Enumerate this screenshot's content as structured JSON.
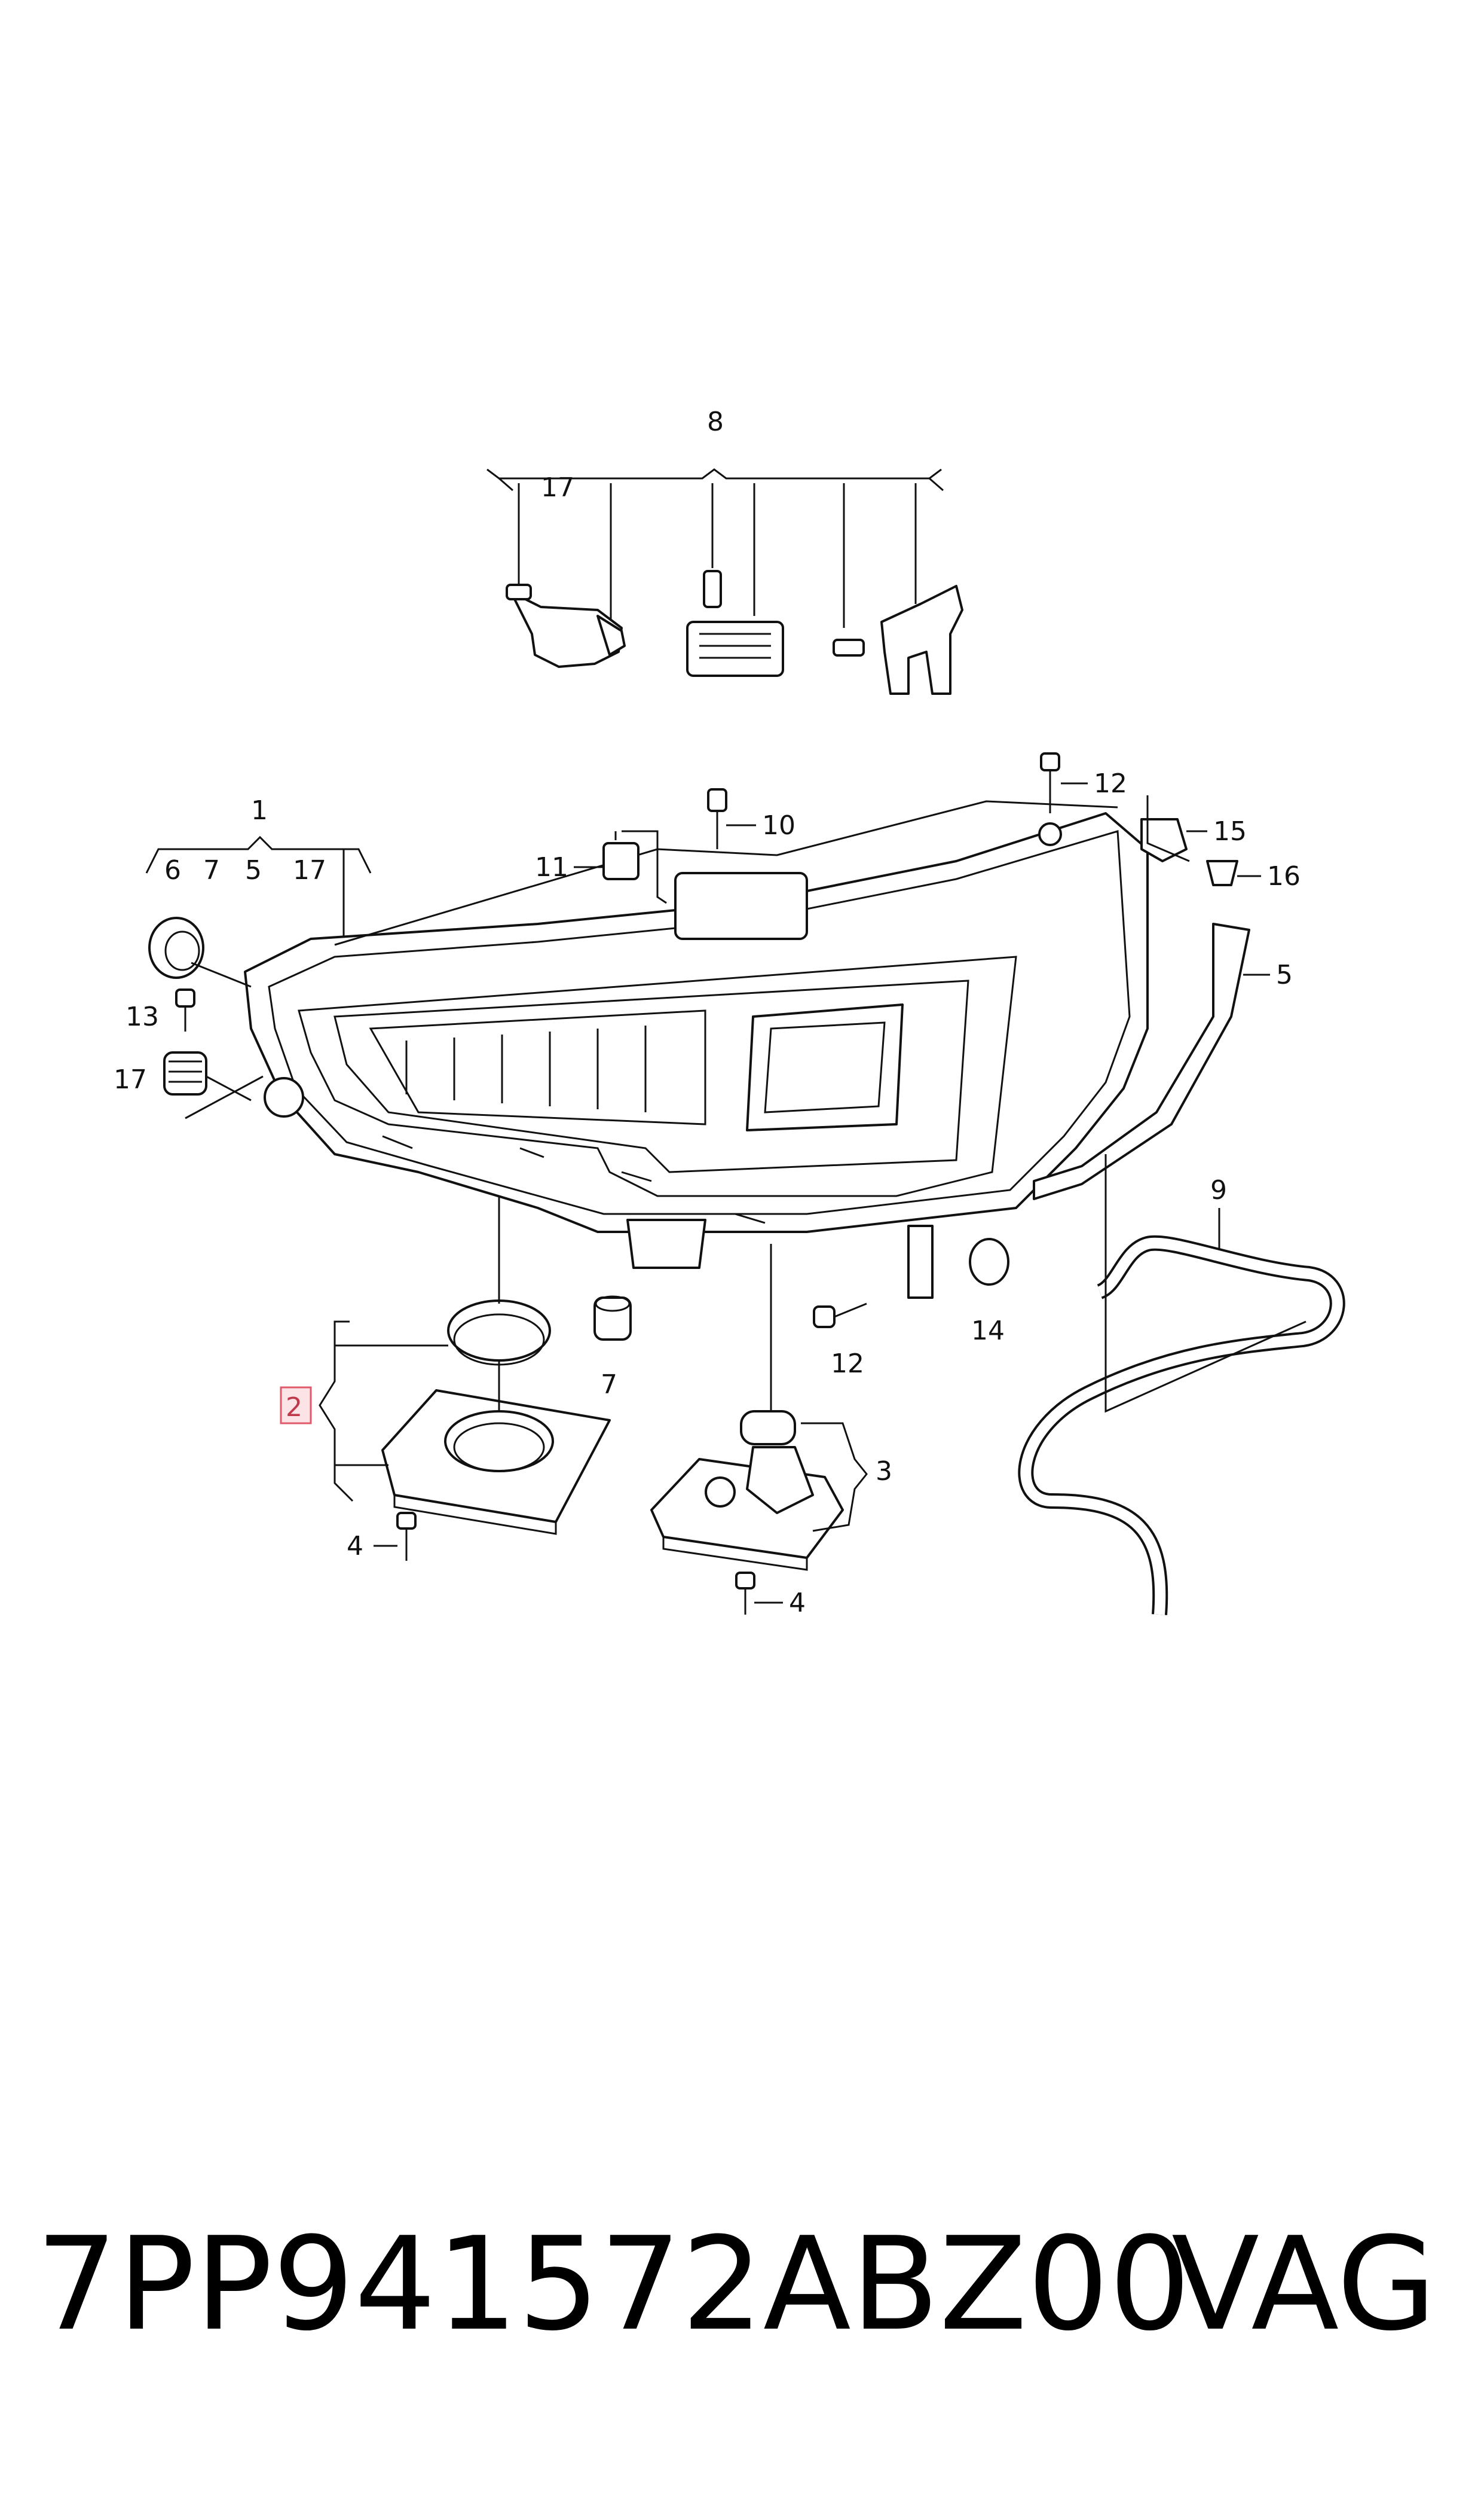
{
  "diagram": {
    "callouts": {
      "c8": "8",
      "c17_top": "17",
      "c1": "1",
      "c6": "6",
      "c7_top": "7",
      "c5_top": "5",
      "c17_mid": "17",
      "c12_top": "12",
      "c10": "10",
      "c11": "11",
      "c15": "15",
      "c16": "16",
      "c5_right": "5",
      "c13": "13",
      "c17_left": "17",
      "c9": "9",
      "c7_low": "7",
      "c12_low": "12",
      "c14": "14",
      "c2": "2",
      "c3": "3",
      "c4_left": "4",
      "c4_right": "4"
    }
  },
  "footer": {
    "part_number": "7PP941572ABZ00",
    "brand": "VAG"
  }
}
